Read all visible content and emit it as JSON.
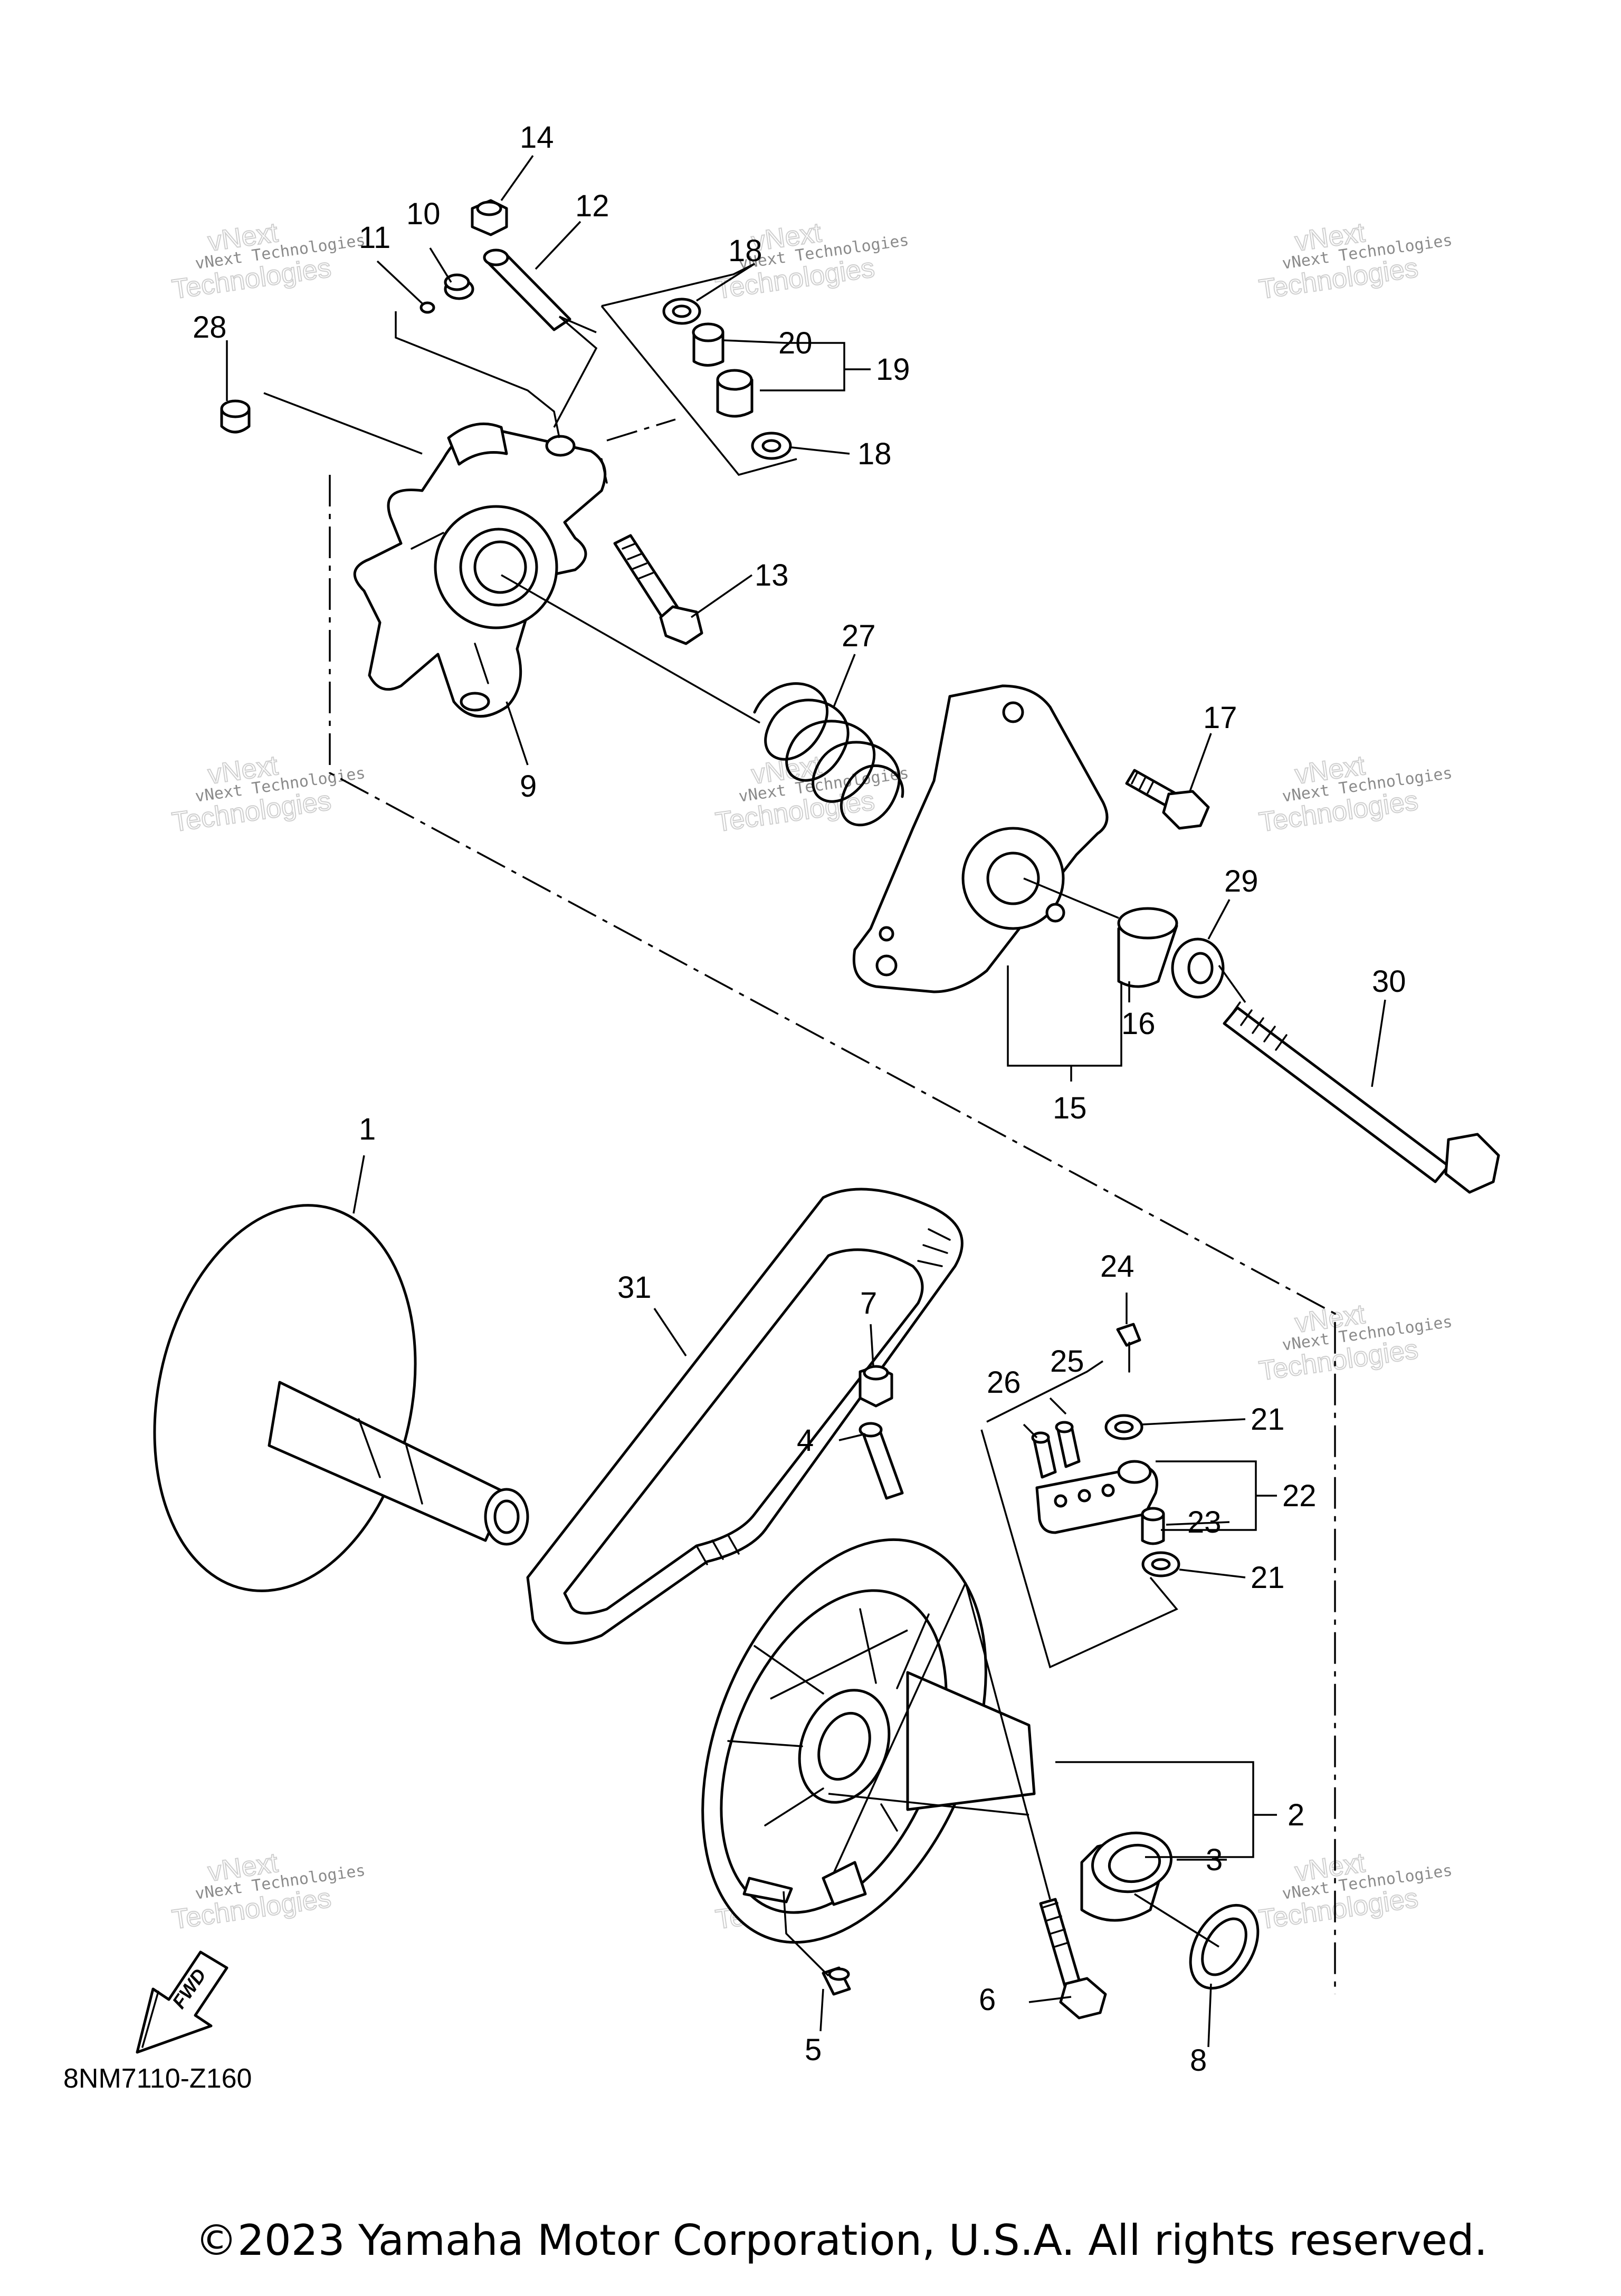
{
  "diagram": {
    "callouts": [
      "1",
      "2",
      "3",
      "4",
      "5",
      "6",
      "7",
      "8",
      "9",
      "10",
      "11",
      "12",
      "13",
      "14",
      "15",
      "16",
      "17",
      "18",
      "19",
      "20",
      "21",
      "22",
      "23",
      "24",
      "25",
      "26",
      "27",
      "28",
      "29",
      "30",
      "31"
    ],
    "fwd_label": "FWD",
    "figure_code": "8NM7110-Z160",
    "watermark": {
      "line1": "vNext Technologies",
      "line2": "vNext",
      "line3": "Technologies"
    },
    "copyright": "©2023 Yamaha Motor Corporation, U.S.A. All rights reserved."
  }
}
